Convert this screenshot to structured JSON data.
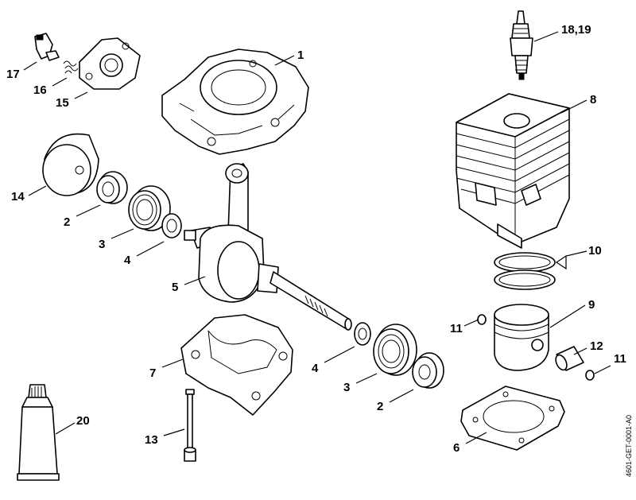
{
  "diagram": {
    "callouts": {
      "c1": "1",
      "c2a": "2",
      "c2b": "2",
      "c3a": "3",
      "c3b": "3",
      "c4a": "4",
      "c4b": "4",
      "c5": "5",
      "c6": "6",
      "c7": "7",
      "c8": "8",
      "c9": "9",
      "c10": "10",
      "c11a": "11",
      "c11b": "11",
      "c12": "12",
      "c13": "13",
      "c14": "14",
      "c15": "15",
      "c16": "16",
      "c17": "17",
      "c18_19": "18,19",
      "c20": "20"
    },
    "document_code": "4601-GET-0001-A0"
  }
}
